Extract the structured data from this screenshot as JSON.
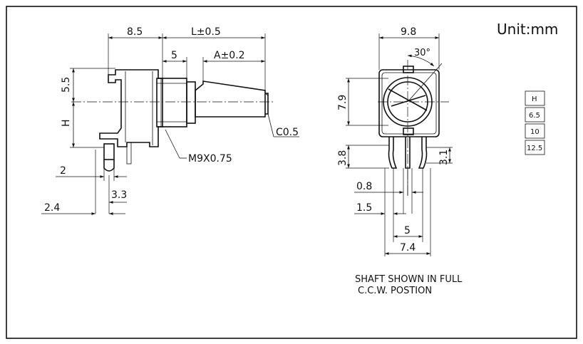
{
  "unit_label": "Unit:mm",
  "side_view": {
    "dim_top_left": "8.5",
    "dim_top_right": "L±0.5",
    "dim_5": "5",
    "dim_a": "A±0.2",
    "dim_55": "5.5",
    "dim_h": "H",
    "chamfer": "C0.5",
    "thread": "M9X0.75",
    "dim_2": "2",
    "dim_33": "3.3",
    "dim_24": "2.4"
  },
  "front_view": {
    "dim_98": "9.8",
    "angle": "30°",
    "dim_79": "7.9",
    "dim_38": "3.8",
    "dim_31": "3.1",
    "dim_08": "0.8",
    "dim_15": "1.5",
    "dim_5": "5",
    "dim_74": "7.4"
  },
  "note_line1": "SHAFT SHOWN IN FULL",
  "note_line2": "C.C.W. POSTION",
  "h_table": {
    "header": "H",
    "rows": [
      "6.5",
      "10",
      "12.5"
    ]
  },
  "colors": {
    "line": "#111111",
    "background": "#ffffff"
  }
}
